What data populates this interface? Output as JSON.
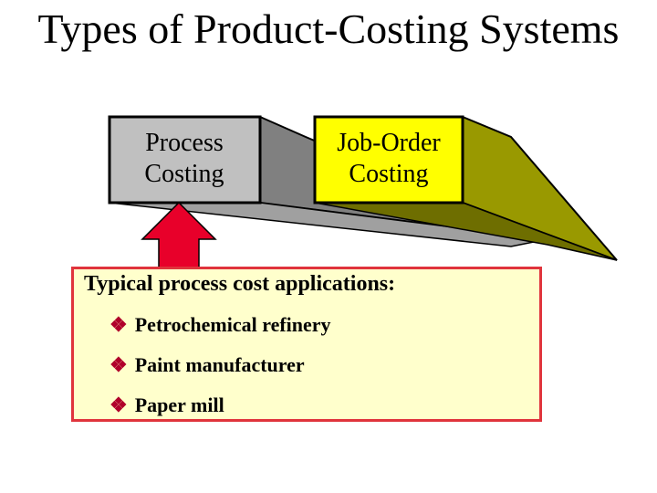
{
  "title": "Types of Product-Costing Systems",
  "boxes": {
    "process": "Process Costing",
    "job_order": "Job-Order Costing"
  },
  "applications": {
    "heading": "Typical process cost applications:",
    "bullet_icon": "diamond-clover-bullet-icon",
    "items": [
      "Petrochemical refinery",
      "Paint manufacturer",
      "Paper mill"
    ]
  },
  "colors": {
    "process_box": "#c0c0c0",
    "job_order_box": "#ffff00",
    "process_depth": "#808080",
    "job_order_depth": "#999900",
    "arrow": "#e8002a",
    "panel_fill": "#ffffcc",
    "panel_border": "#e0343c",
    "bullet": "#b0002a"
  }
}
